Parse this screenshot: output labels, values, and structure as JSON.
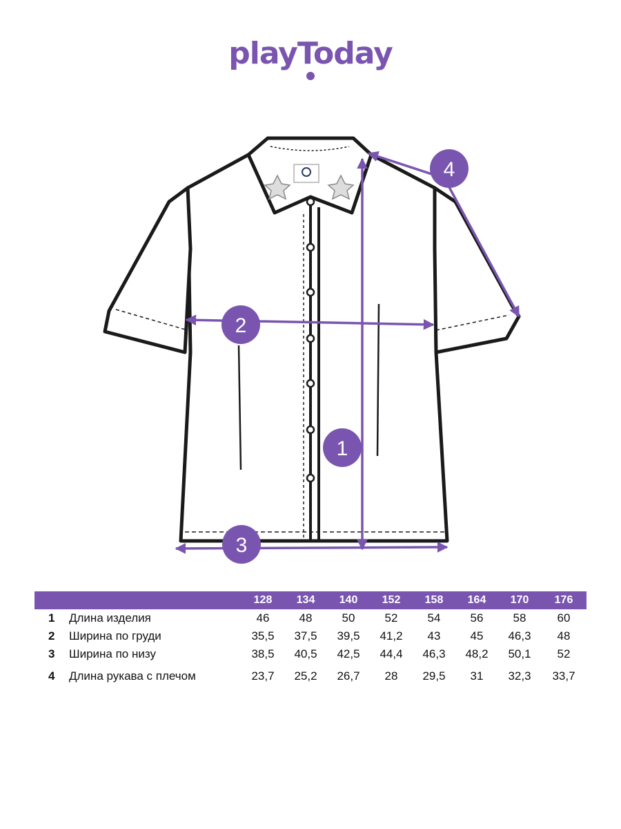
{
  "brand": {
    "name": "playToday",
    "color": "#7a55b0"
  },
  "markers": [
    {
      "label": "1"
    },
    {
      "label": "2"
    },
    {
      "label": "3"
    },
    {
      "label": "4"
    }
  ],
  "size_table": {
    "sizes": [
      "128",
      "134",
      "140",
      "152",
      "158",
      "164",
      "170",
      "176"
    ],
    "rows": [
      {
        "num": "1",
        "name": "Длина изделия",
        "values": [
          "46",
          "48",
          "50",
          "52",
          "54",
          "56",
          "58",
          "60"
        ]
      },
      {
        "num": "2",
        "name": "Ширина по груди",
        "values": [
          "35,5",
          "37,5",
          "39,5",
          "41,2",
          "43",
          "45",
          "46,3",
          "48"
        ]
      },
      {
        "num": "3",
        "name": "Ширина по низу",
        "values": [
          "38,5",
          "40,5",
          "42,5",
          "44,4",
          "46,3",
          "48,2",
          "50,1",
          "52"
        ]
      },
      {
        "num": "4",
        "name": "Длина рукава с плечом",
        "values": [
          "23,7",
          "25,2",
          "26,7",
          "28",
          "29,5",
          "31",
          "32,3",
          "33,7"
        ]
      }
    ]
  }
}
